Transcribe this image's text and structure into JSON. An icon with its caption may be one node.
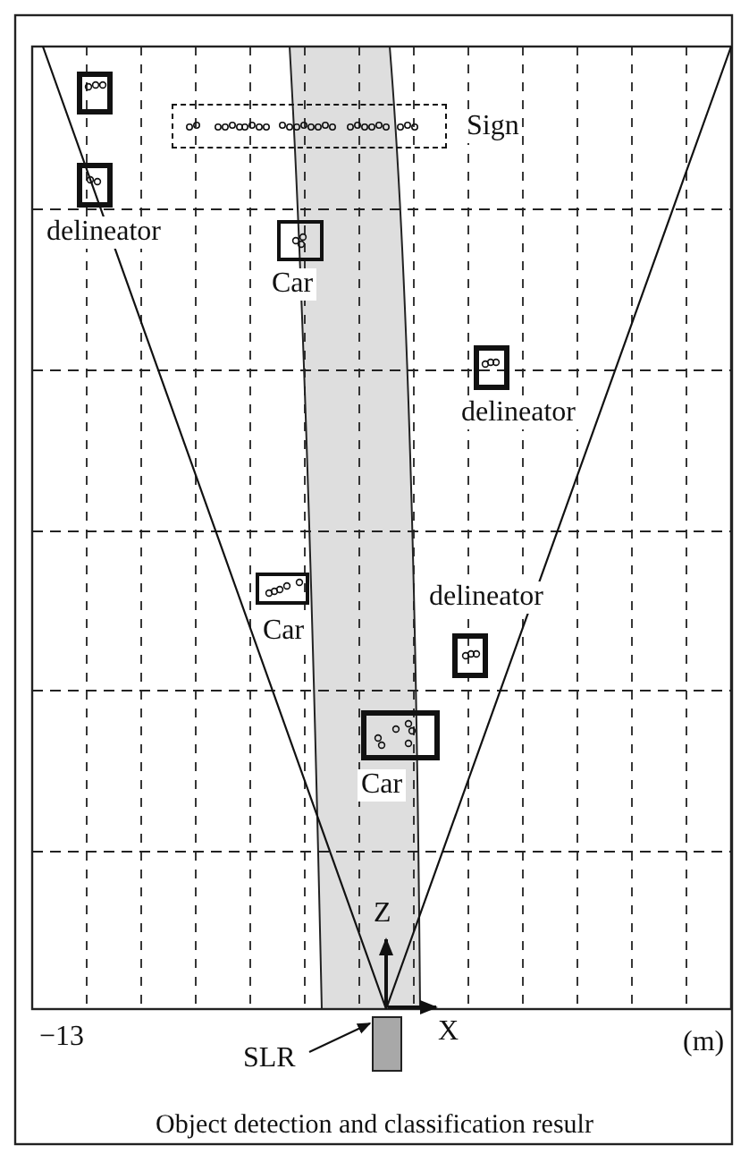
{
  "diagram": {
    "caption": "Object detection and classification resulr",
    "nodes": [
      {
        "text": [],
        "shape": "box"
      },
      {
        "text": [],
        "shape": "box",
        "beside": [
          "delineator"
        ]
      },
      {
        "text": [],
        "shape": "box",
        "beside": [
          "Sign"
        ]
      },
      {
        "text": [],
        "shape": "box",
        "beside": [
          "Car"
        ]
      },
      {
        "text": [],
        "shape": "box",
        "beside": [
          "delineator"
        ]
      },
      {
        "text": [],
        "shape": "box",
        "beside": [
          "Car"
        ]
      },
      {
        "text": [],
        "shape": "box",
        "beside": [
          "delineator"
        ]
      },
      {
        "text": [],
        "shape": "box",
        "beside": [
          "Car"
        ]
      },
      {
        "text": [
          "SLR"
        ]
      },
      {
        "text": [],
        "shape": "bar"
      }
    ],
    "edges": [
      {
        "from": 8,
        "to": 9,
        "arrow": "to"
      }
    ],
    "labels": [
      "Z",
      "X",
      "−13",
      "(m)"
    ]
  }
}
